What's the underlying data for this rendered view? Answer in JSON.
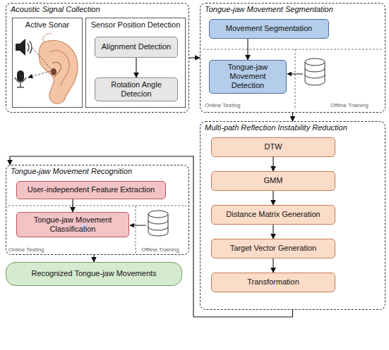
{
  "diagram": {
    "nodes": [
      {
        "text": [
          "Acoustic Signal Collection"
        ]
      },
      {
        "text": [
          "Active Sonar"
        ],
        "in": 0
      },
      {
        "text": [
          "Sensor Position Detection"
        ],
        "in": 0
      },
      {
        "text": [
          "Alignment Detection"
        ],
        "in": 2
      },
      {
        "text": [
          "Rotation Angle Detecion"
        ],
        "in": 2
      },
      {
        "text": [
          "Tongue-jaw Movement Segmentation"
        ]
      },
      {
        "text": [
          "Movement Segmentation"
        ],
        "in": 5
      },
      {
        "text": [
          "Tongue-jaw Movement Detection"
        ],
        "in": 5
      },
      {
        "text": [
          "Multi-path Reflection Instability Reduction"
        ]
      },
      {
        "text": [
          "DTW"
        ],
        "in": 8
      },
      {
        "text": [
          "GMM"
        ],
        "in": 8
      },
      {
        "text": [
          "Distance Matrix Generation"
        ],
        "in": 8
      },
      {
        "text": [
          "Target Vector Generation"
        ],
        "in": 8
      },
      {
        "text": [
          "Transformation"
        ],
        "in": 8
      },
      {
        "text": [
          "Tongue-jaw Movement Recognition"
        ]
      },
      {
        "text": [
          "User-independent Feature Extraction"
        ],
        "in": 14
      },
      {
        "text": [
          "Tongue-jaw Movement Classification"
        ],
        "in": 14
      },
      {
        "text": [
          "Recognized Tongue-jaw Movements"
        ]
      }
    ],
    "edges": [
      {
        "from": 3,
        "to": 4,
        "arrow": "to"
      },
      {
        "from": 0,
        "to": 5,
        "arrow": "to"
      },
      {
        "from": 6,
        "to": 7,
        "arrow": "to"
      },
      {
        "from": 5,
        "to": 8,
        "arrow": "to"
      },
      {
        "from": 9,
        "to": 10,
        "arrow": "to"
      },
      {
        "from": 10,
        "to": 11,
        "arrow": "to"
      },
      {
        "from": 11,
        "to": 12,
        "arrow": "to"
      },
      {
        "from": 12,
        "to": 13,
        "arrow": "to"
      },
      {
        "from": 8,
        "to": 14,
        "arrow": "to"
      },
      {
        "from": 15,
        "to": 16,
        "arrow": "to"
      },
      {
        "from": 14,
        "to": 17,
        "arrow": "to"
      }
    ],
    "labels": [
      "Online Testing",
      "Offline Training",
      "Online Testing",
      "Offline Training"
    ]
  }
}
